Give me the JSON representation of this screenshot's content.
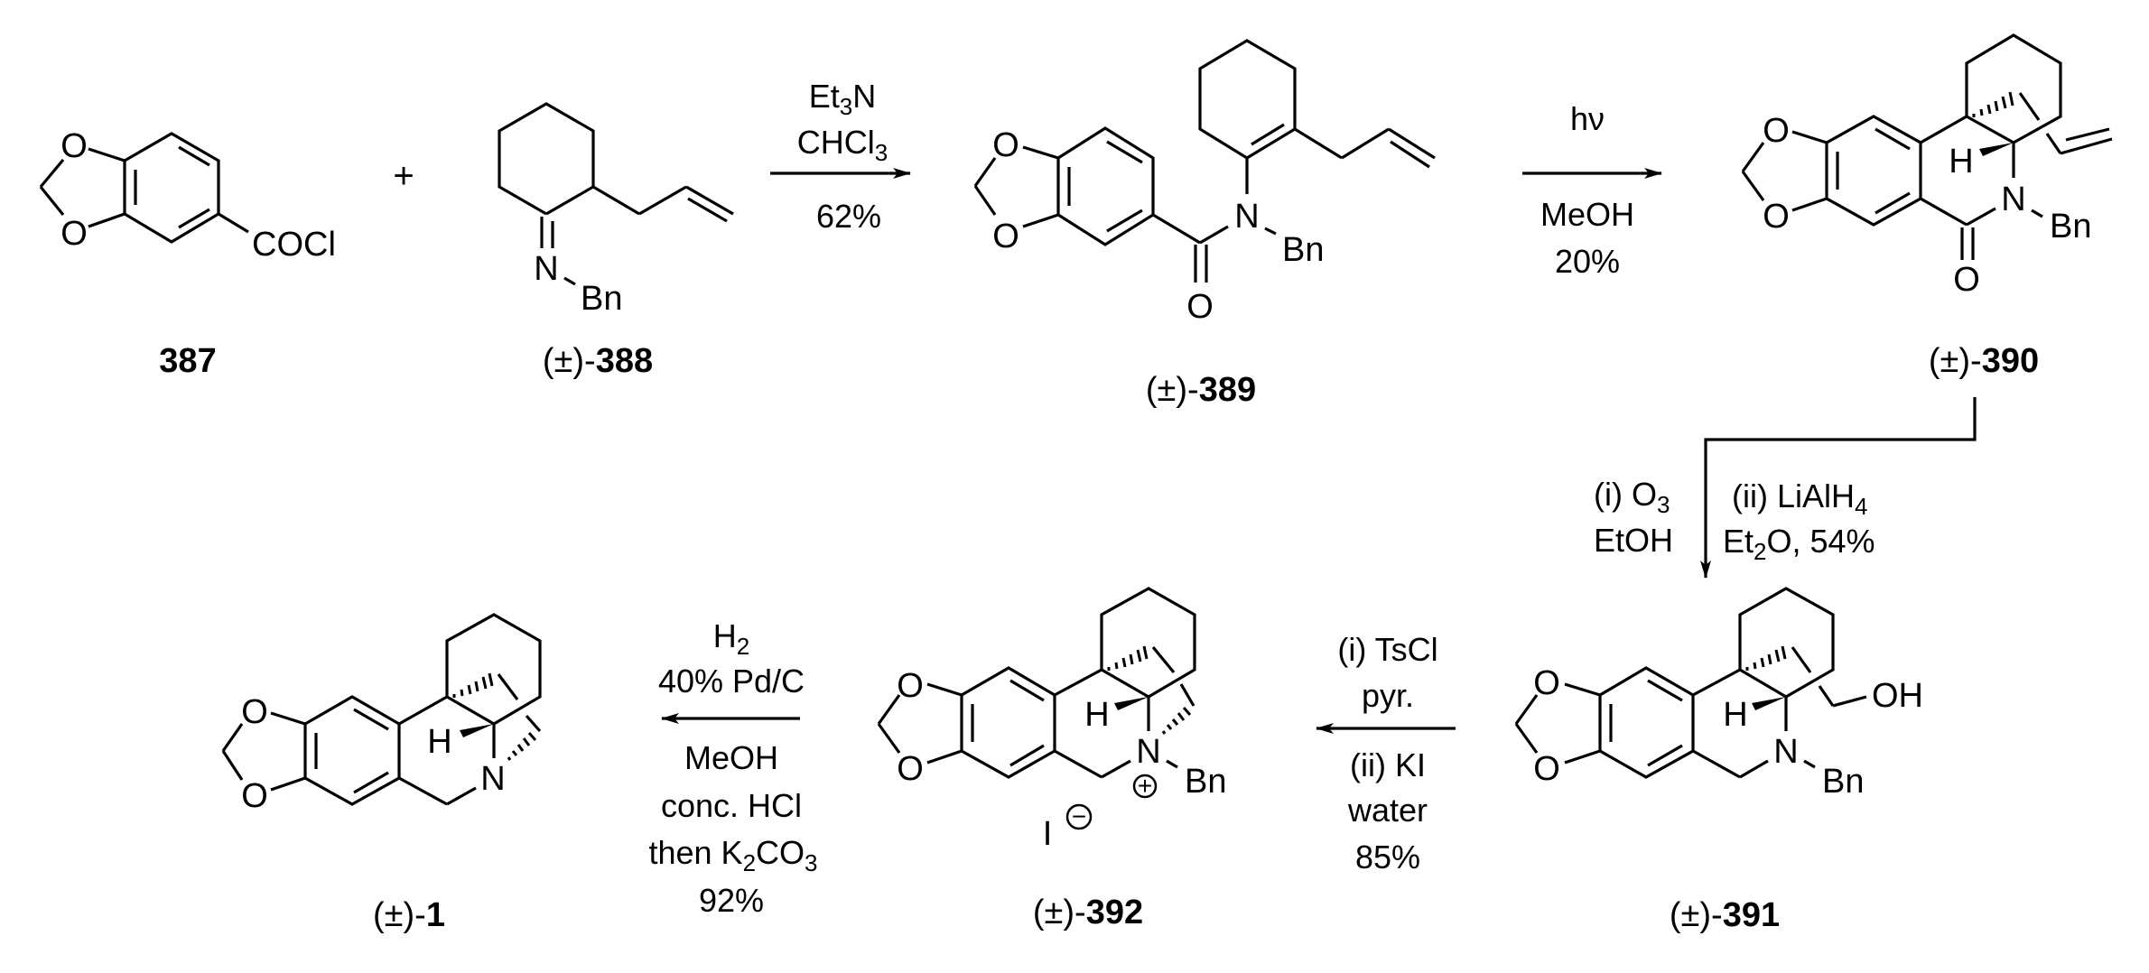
{
  "scheme": {
    "compounds": [
      {
        "id": "387",
        "prefix": "",
        "number": "387",
        "substituent": "COCl"
      },
      {
        "id": "388",
        "prefix": "(±)-",
        "number": "388",
        "substituent": "Bn",
        "heteroatom": "N"
      },
      {
        "id": "389",
        "prefix": "(±)-",
        "number": "389",
        "substituent": "Bn",
        "heteroatom": "N"
      },
      {
        "id": "390",
        "prefix": "(±)-",
        "number": "390",
        "substituent": "Bn",
        "heteroatom": "N",
        "stereo_h": "H"
      },
      {
        "id": "391",
        "prefix": "(±)-",
        "number": "391",
        "substituent": "Bn",
        "heteroatom": "N",
        "stereo_h": "H",
        "hydroxyl": "OH"
      },
      {
        "id": "392",
        "prefix": "(±)-",
        "number": "392",
        "substituent": "Bn",
        "heteroatom": "N",
        "stereo_h": "H",
        "counterion": "I",
        "cation_charge": "+",
        "anion_charge": "−"
      },
      {
        "id": "1",
        "prefix": "(±)-",
        "number": "1",
        "heteroatom": "N",
        "stereo_h": "H"
      }
    ],
    "atoms": {
      "oxygen": "O",
      "carbonyl_oxygen": "O"
    },
    "plus_sign": "+",
    "steps": [
      {
        "id": "step1",
        "direction": "right",
        "above": [
          {
            "t": "Et",
            "s": "3",
            "t2": "N"
          },
          {
            "t": "CHCl",
            "s": "3",
            "t2": ""
          }
        ],
        "below": [
          "62%"
        ]
      },
      {
        "id": "step2",
        "direction": "right",
        "above": [
          "hν"
        ],
        "below": [
          "MeOH",
          "20%"
        ]
      },
      {
        "id": "step3",
        "direction": "down",
        "left": [
          {
            "t": "(i) O",
            "s": "3",
            "t2": ""
          },
          {
            "t": "EtOH",
            "s": "",
            "t2": ""
          }
        ],
        "right": [
          {
            "t": "(ii) LiAlH",
            "s": "4",
            "t2": ""
          },
          {
            "t": "Et",
            "s": "2",
            "t2": "O, 54%"
          }
        ]
      },
      {
        "id": "step4",
        "direction": "left",
        "above": [
          "(i) TsCl",
          "pyr."
        ],
        "below": [
          "(ii) KI",
          "water",
          "85%"
        ]
      },
      {
        "id": "step5",
        "direction": "left",
        "above": [
          {
            "t": "H",
            "s": "2",
            "t2": ""
          },
          {
            "t": "40% Pd/C",
            "s": "",
            "t2": ""
          }
        ],
        "below": [
          {
            "t": "MeOH",
            "s": "",
            "t2": ""
          },
          {
            "t": "conc. HCl",
            "s": "",
            "t2": ""
          },
          {
            "t": "then K",
            "s": "2",
            "t2": "CO",
            "s2": "3"
          },
          {
            "t": "92%",
            "s": "",
            "t2": ""
          }
        ]
      }
    ]
  }
}
